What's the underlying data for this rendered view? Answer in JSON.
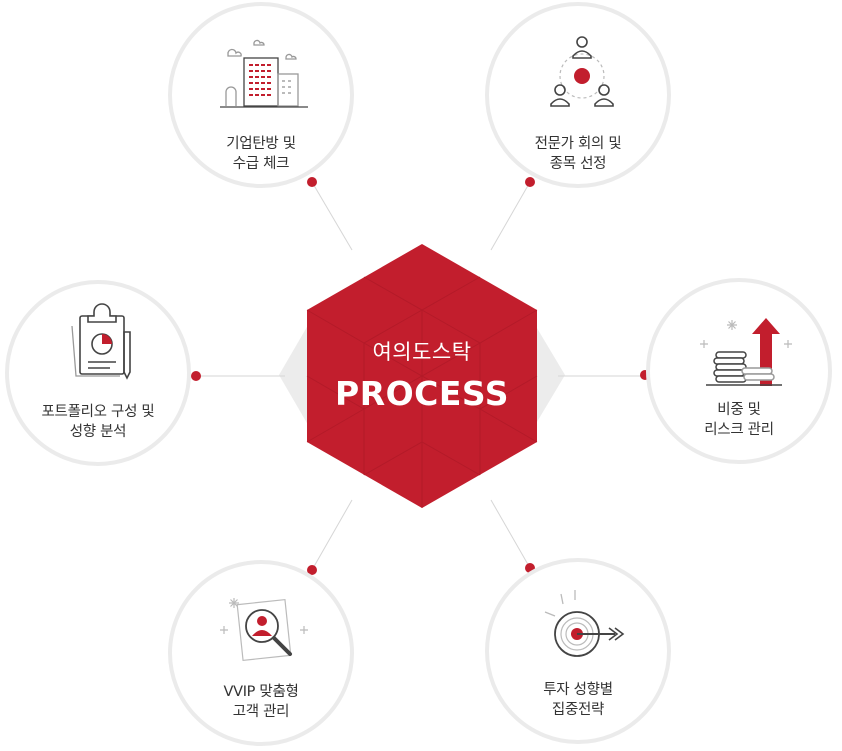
{
  "center": {
    "title": "여의도스탁",
    "subtitle": "PROCESS"
  },
  "colors": {
    "accent": "#c8202f",
    "ring": "#ebebeb",
    "hex_shadow": "#ececec",
    "line": "#d6d6d6",
    "text": "#333333",
    "icon_stroke": "#444444"
  },
  "nodes": [
    {
      "id": "company",
      "icon": "building-icon",
      "line1": "기업탄방 및",
      "line2": "수급 체크"
    },
    {
      "id": "expert",
      "icon": "people-network-icon",
      "line1": "전문가 회의 및",
      "line2": "종목 선정"
    },
    {
      "id": "portfolio",
      "icon": "clipboard-chart-icon",
      "line1": "포트폴리오 구성 및",
      "line2": "성향 분석"
    },
    {
      "id": "risk",
      "icon": "coins-arrow-icon",
      "line1": "비중 및",
      "line2": "리스크 관리"
    },
    {
      "id": "vvip",
      "icon": "magnifier-user-icon",
      "line1": "VVIP 맞춤형",
      "line2": "고객 관리"
    },
    {
      "id": "invest",
      "icon": "target-icon",
      "line1": "투자 성향별",
      "line2": "집중전략"
    }
  ]
}
